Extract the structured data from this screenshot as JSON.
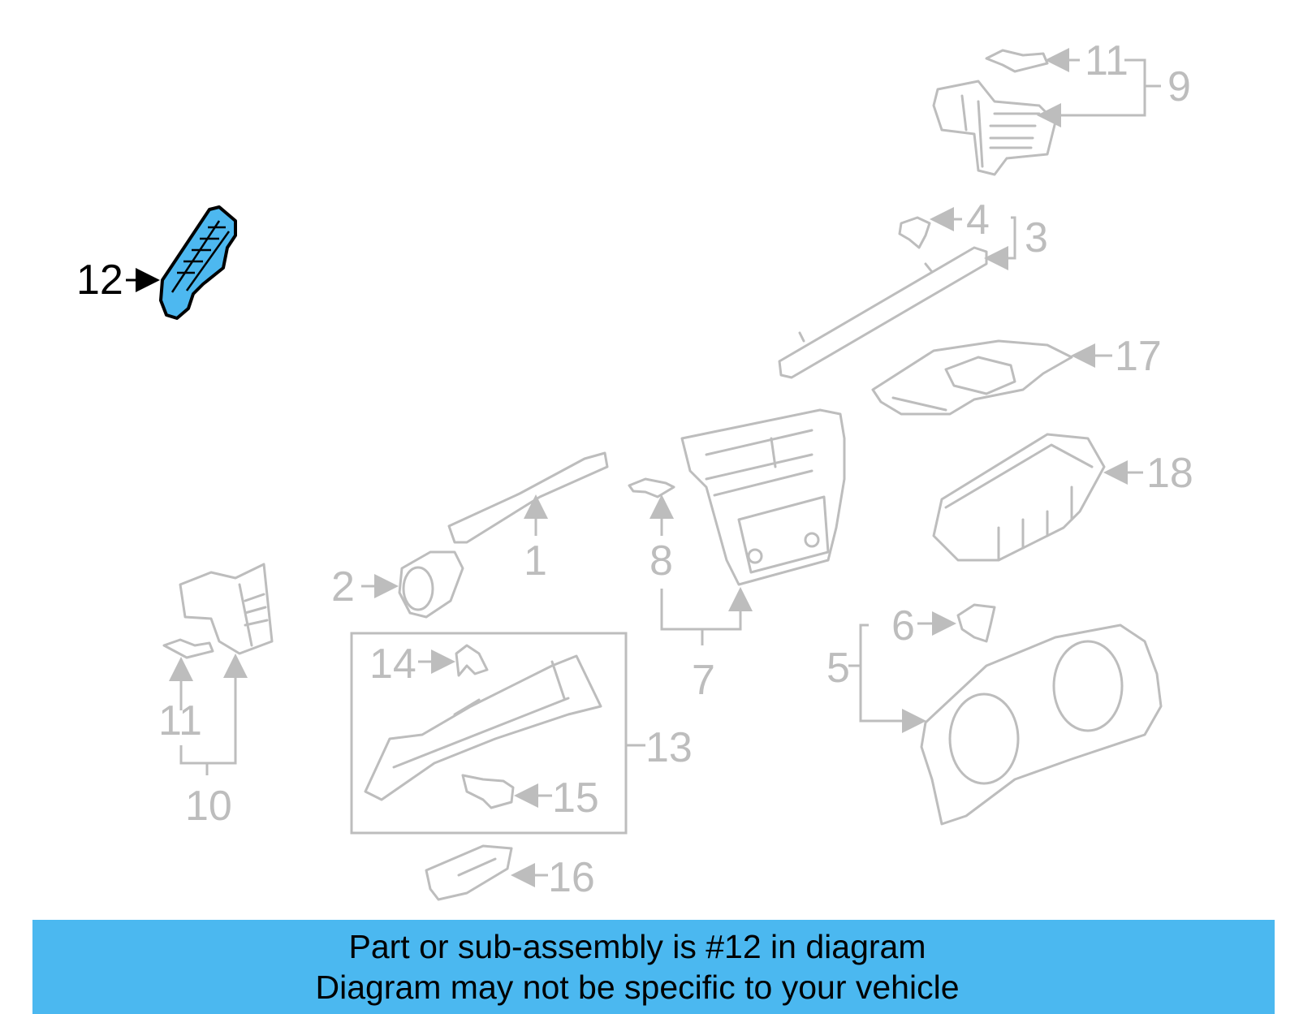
{
  "callouts": {
    "c1": "1",
    "c2": "2",
    "c3": "3",
    "c4": "4",
    "c5": "5",
    "c6": "6",
    "c7": "7",
    "c8": "8",
    "c9": "9",
    "c10": "10",
    "c11a": "11",
    "c11b": "11",
    "c12": "12",
    "c13": "13",
    "c14": "14",
    "c15": "15",
    "c16": "16",
    "c17": "17",
    "c18": "18"
  },
  "highlight": {
    "part_number": "12",
    "color": "#4db8f0"
  },
  "banner": {
    "line1": "Part or sub-assembly is #12 in diagram",
    "line2": "Diagram may not be specific to your vehicle",
    "background": "#4bb8f0"
  }
}
